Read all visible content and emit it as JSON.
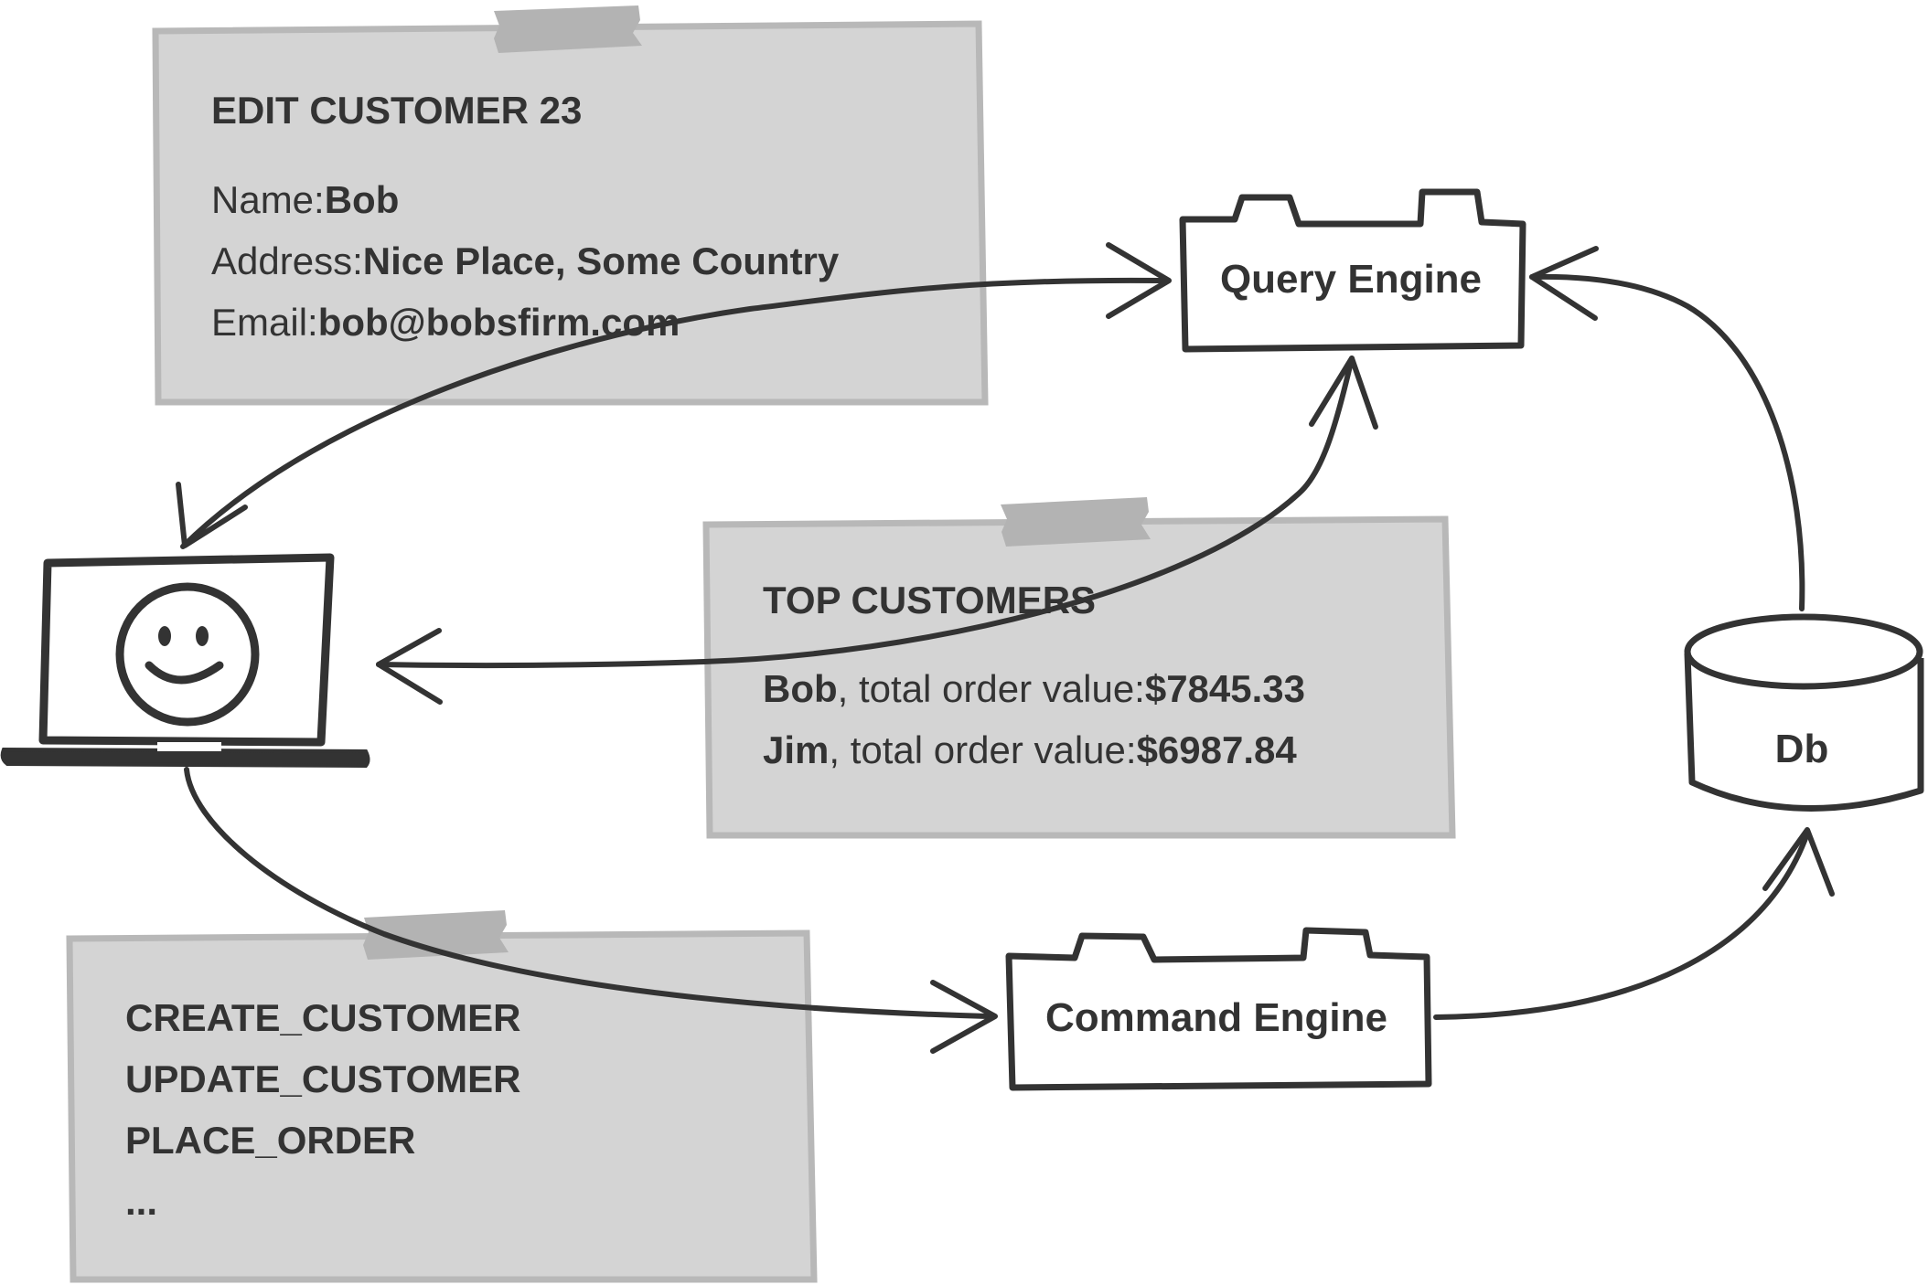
{
  "edit_note": {
    "title": "EDIT CUSTOMER 23",
    "fields": [
      {
        "label": "Name:",
        "value": "Bob"
      },
      {
        "label": "Address:",
        "value": "Nice Place, Some Country"
      },
      {
        "label": "Email:",
        "value": "bob@bobsfirm.com"
      }
    ]
  },
  "top_note": {
    "title": "TOP CUSTOMERS",
    "rows": [
      {
        "name": "Bob",
        "text": ", total order value:",
        "value": "$7845.33"
      },
      {
        "name": "Jim",
        "text": ", total order value:",
        "value": "$6987.84"
      }
    ]
  },
  "commands_note": {
    "items": [
      "CREATE_CUSTOMER",
      "UPDATE_CUSTOMER",
      "PLACE_ORDER",
      "..."
    ]
  },
  "query_engine": {
    "label": "Query Engine"
  },
  "command_engine": {
    "label": "Command Engine"
  },
  "database": {
    "label": "Db"
  },
  "colors": {
    "note_fill": "#d4d4d4",
    "note_border": "#b8b8b8",
    "tape": "#b3b3b3",
    "stroke": "#333333"
  }
}
